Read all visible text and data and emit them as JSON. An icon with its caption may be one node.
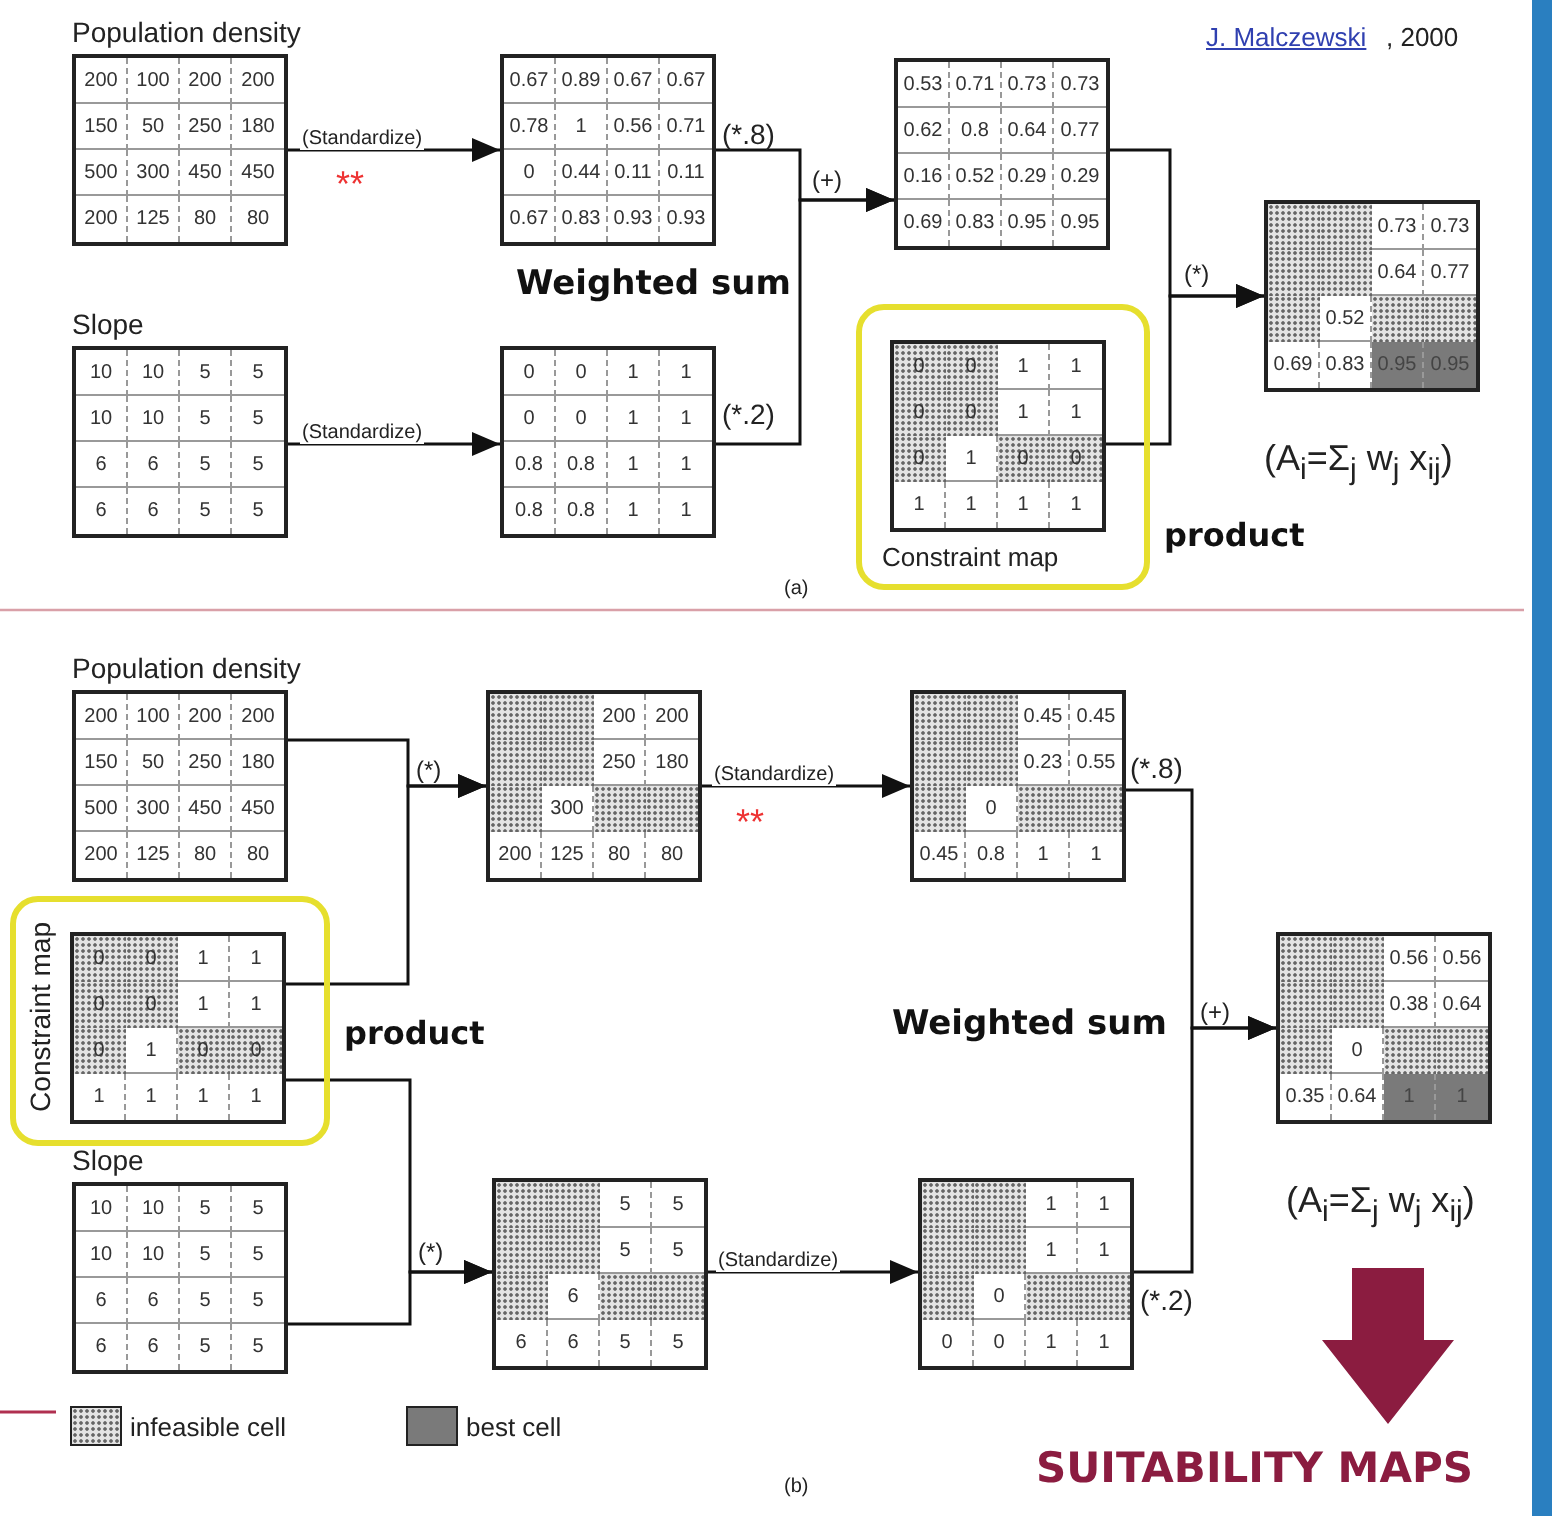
{
  "diagram": {
    "nodes": [
      {
        "text": [
          "Population density",
          "200",
          "100",
          "200",
          "200",
          "150",
          "50",
          "250",
          "180",
          "500",
          "300",
          "450",
          "450",
          "200",
          "125",
          "80",
          "80"
        ]
      },
      {
        "text": [
          "0.67",
          "0.89",
          "0.67",
          "0.67",
          "0.78",
          "1",
          "0.56",
          "0.71",
          "0",
          "0.44",
          "0.11",
          "0.11",
          "0.67",
          "0.83",
          "0.93",
          "0.93"
        ],
        "beside": [
          "(*.8)"
        ]
      },
      {
        "text": [
          "Slope",
          "10",
          "10",
          "5",
          "5",
          "10",
          "10",
          "5",
          "5",
          "6",
          "6",
          "5",
          "5",
          "6",
          "6",
          "5",
          "5"
        ]
      },
      {
        "text": [
          "0",
          "0",
          "1",
          "1",
          "0",
          "0",
          "1",
          "1",
          "0.8",
          "0.8",
          "1",
          "1",
          "0.8",
          "0.8",
          "1",
          "1"
        ],
        "beside": [
          "(*.2)"
        ]
      },
      {
        "text": [
          "0.53",
          "0.71",
          "0.73",
          "0.73",
          "0.62",
          "0.8",
          "0.64",
          "0.77",
          "0.16",
          "0.52",
          "0.29",
          "0.29",
          "0.69",
          "0.83",
          "0.95",
          "0.95"
        ]
      },
      {
        "text": [
          "Constraint map"
        ]
      },
      {
        "text": [
          "0",
          "0",
          "1",
          "1",
          "0",
          "0",
          "1",
          "1",
          "0",
          "1",
          "0",
          "0",
          "1",
          "1",
          "1",
          "1"
        ],
        "in": 5
      },
      {
        "text": [
          "0.73",
          "0.73",
          "0.64",
          "0.77",
          "0.52",
          "0.69",
          "0.83",
          "0.95",
          "0.95"
        ]
      },
      {
        "text": [
          "Population density",
          "200",
          "100",
          "200",
          "200",
          "150",
          "50",
          "250",
          "180",
          "500",
          "300",
          "450",
          "450",
          "200",
          "125",
          "80",
          "80"
        ]
      },
      {
        "text": [
          "Constraint map"
        ]
      },
      {
        "text": [
          "0",
          "0",
          "1",
          "1",
          "0",
          "0",
          "1",
          "1",
          "0",
          "1",
          "0",
          "0",
          "1",
          "1",
          "1",
          "1"
        ],
        "in": 9
      },
      {
        "text": [
          "Slope",
          "10",
          "10",
          "5",
          "5",
          "10",
          "10",
          "5",
          "5",
          "6",
          "6",
          "5",
          "5",
          "6",
          "6",
          "5",
          "5"
        ]
      },
      {
        "text": [
          "200",
          "200",
          "250",
          "180",
          "300",
          "200",
          "125",
          "80",
          "80"
        ]
      },
      {
        "text": [
          "0.45",
          "0.45",
          "0.23",
          "0.55",
          "0",
          "0.45",
          "0.8",
          "1",
          "1"
        ],
        "beside": [
          "(*.8)"
        ]
      },
      {
        "text": [
          "5",
          "5",
          "5",
          "5",
          "6",
          "6",
          "6",
          "5",
          "5"
        ]
      },
      {
        "text": [
          "1",
          "1",
          "1",
          "1",
          "0",
          "0",
          "0",
          "1",
          "1"
        ],
        "beside": [
          "(*.2)"
        ]
      },
      {
        "text": [
          "0.56",
          "0.56",
          "0.38",
          "0.64",
          "0",
          "0.35",
          "0.64",
          "1",
          "1"
        ]
      }
    ],
    "edges": [
      {
        "from": 0,
        "to": 1,
        "arrow": "to",
        "label": "(Standardize)"
      },
      {
        "from": 2,
        "to": 3,
        "arrow": "to",
        "label": "(Standardize)"
      },
      {
        "from": 1,
        "to": 4,
        "arrow": "to",
        "label": "(+)"
      },
      {
        "from": 3,
        "to": 4,
        "arrow": "to"
      },
      {
        "from": 4,
        "to": 7,
        "arrow": "to",
        "label": "(*)"
      },
      {
        "from": 6,
        "to": 7,
        "arrow": "to"
      },
      {
        "from": 8,
        "to": 12,
        "arrow": "to",
        "label": "(*)"
      },
      {
        "from": 10,
        "to": 12,
        "arrow": "to"
      },
      {
        "from": 10,
        "to": 14,
        "arrow": "to"
      },
      {
        "from": 11,
        "to": 14,
        "arrow": "to",
        "label": "(*)"
      },
      {
        "from": 12,
        "to": 13,
        "arrow": "to",
        "label": "(Standardize)"
      },
      {
        "from": 14,
        "to": 15,
        "arrow": "to",
        "label": "(Standardize)"
      },
      {
        "from": 13,
        "to": 16,
        "arrow": "to",
        "label": "(+)"
      },
      {
        "from": 15,
        "to": 16,
        "arrow": "to"
      }
    ],
    "labels": [
      "J. Malczewski",
      ", 2000",
      "**",
      "Weighted sum",
      "product",
      "(A$_{i}$=Σ$_{j}$ w$_{j}$ x$_{ij}$)",
      "(a)",
      "**",
      "product",
      "Weighted sum",
      "(A$_{i}$=Σ$_{j}$ w$_{j}$ x$_{ij}$)",
      "(b)",
      "SUITABILITY MAPS"
    ],
    "legend": [
      {
        "text": "infeasible cell"
      },
      {
        "text": "best cell",
        "color": "#7a7a7a"
      }
    ]
  }
}
